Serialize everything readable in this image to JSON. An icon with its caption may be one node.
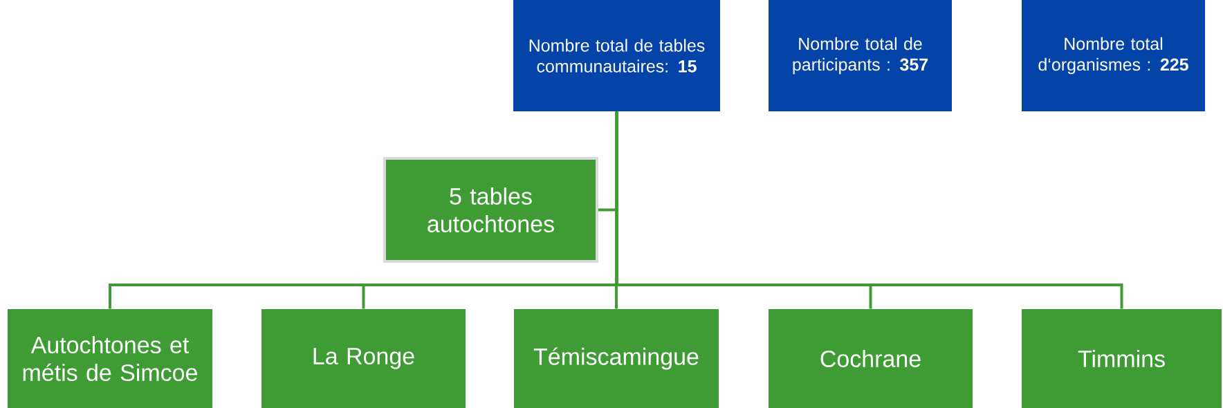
{
  "diagram": {
    "nodes": [
      {
        "text": [
          "Nombre total de tables communautaires: **15**"
        ]
      },
      {
        "text": [
          "Nombre total de participants : **357**"
        ]
      },
      {
        "text": [
          "Nombre total d‘organismes : **225**"
        ]
      },
      {
        "text": [
          "5 tables autochtones"
        ]
      },
      {
        "text": [
          "Autochtones et métis de Simcoe"
        ]
      },
      {
        "text": [
          "La Ronge"
        ]
      },
      {
        "text": [
          "Témiscamingue"
        ]
      },
      {
        "text": [
          "Cochrane"
        ]
      },
      {
        "text": [
          "Timmins"
        ]
      }
    ],
    "edges": [
      {
        "from": 0,
        "to": 3,
        "arrow": "none"
      },
      {
        "from": 0,
        "to": 4,
        "arrow": "none"
      },
      {
        "from": 0,
        "to": 5,
        "arrow": "none"
      },
      {
        "from": 0,
        "to": 6,
        "arrow": "none"
      },
      {
        "from": 0,
        "to": 7,
        "arrow": "none"
      },
      {
        "from": 0,
        "to": 8,
        "arrow": "none"
      }
    ]
  }
}
